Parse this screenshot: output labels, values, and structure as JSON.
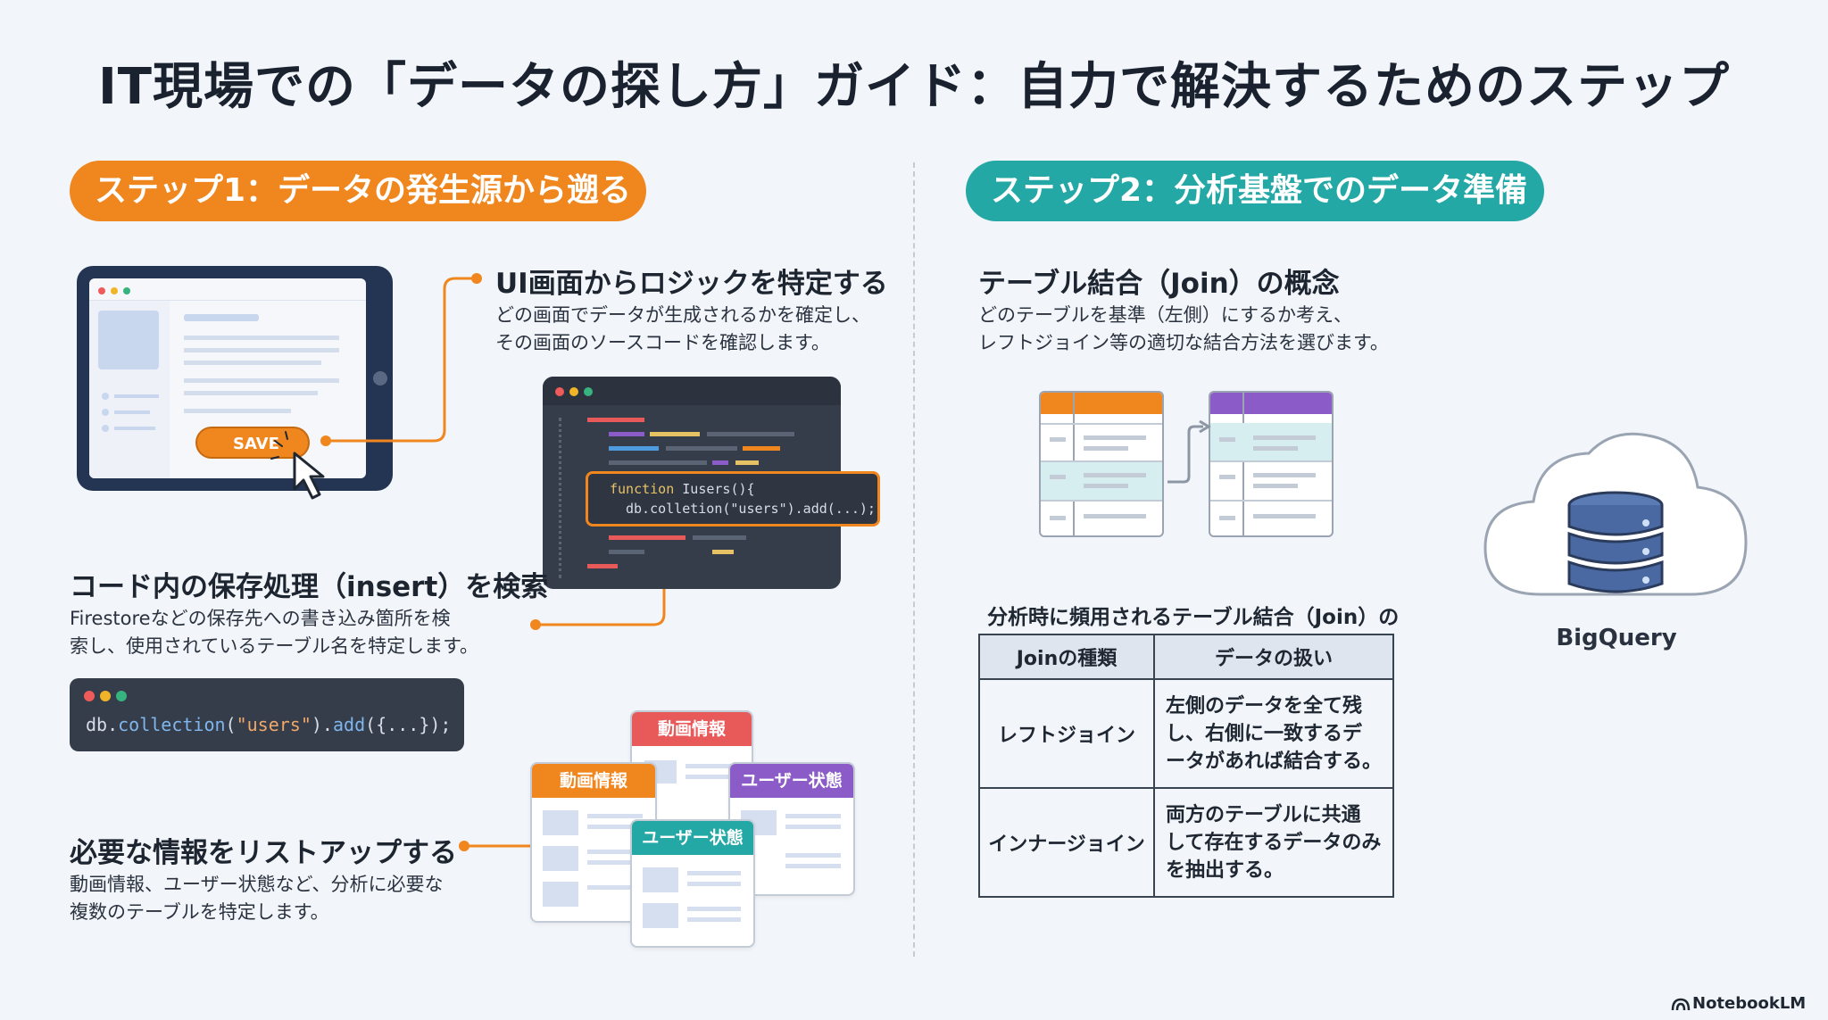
{
  "title": "IT現場での「データの探し方」ガイド：自力で解決するためのステップ",
  "step1": {
    "label": "ステップ1：データの発生源から遡る",
    "ui": {
      "heading": "UI画面からロジックを特定する",
      "desc_line1": "どの画面でデータが生成されるかを確定し、",
      "desc_line2": "その画面のソースコードを確認します。",
      "save_label": "SAVE"
    },
    "code_highlight": {
      "line1_kw": "function",
      "line1_rest": " Iusers(){",
      "line2": "db.colletion(\"users\").add(...);"
    },
    "insert": {
      "heading": "コード内の保存処理（insert）を検索",
      "desc_line1": "Firestoreなどの保存先への書き込み箇所を検",
      "desc_line2": "索し、使用されているテーブル名を特定します。"
    },
    "snippet": {
      "prefix": "db.",
      "method1": "collection",
      "open": "(",
      "arg": "\"users\"",
      "close": ").",
      "method2": "add",
      "tail": "({...});"
    },
    "list": {
      "heading": "必要な情報をリストアップする",
      "desc_line1": "動画情報、ユーザー状態など、分析に必要な",
      "desc_line2": "複数のテーブルを特定します。"
    },
    "cards": [
      {
        "label": "動画情報",
        "color": "#e85a5a"
      },
      {
        "label": "動画情報",
        "color": "#f0861e"
      },
      {
        "label": "ユーザー状態",
        "color": "#8b5cc7"
      },
      {
        "label": "ユーザー状態",
        "color": "#23a8a6"
      }
    ]
  },
  "step2": {
    "label": "ステップ2：分析基盤でのデータ準備",
    "join": {
      "heading": "テーブル結合（Join）の概念",
      "desc_line1": "どのテーブルを基準（左側）にするか考え、",
      "desc_line2": "レフトジョイン等の適切な結合方法を選びます。"
    },
    "table_caption": "分析時に頻用されるテーブル結合（Join）の",
    "table_headers": [
      "Joinの種類",
      "データの扱い"
    ],
    "table_rows": [
      {
        "type": "レフトジョイン",
        "line1": "左側のデータを全て残",
        "line2": "し、右側に一致するデ",
        "line3": "ータがあれば結合する。"
      },
      {
        "type": "インナージョイン",
        "line1": "両方のテーブルに共通",
        "line2": "して存在するデータのみ",
        "line3": "を抽出する。"
      }
    ],
    "bigquery_label": "BigQuery"
  },
  "colors": {
    "orange": "#f0861e",
    "teal": "#23a8a6",
    "purple": "#8b5cc7",
    "red": "#e85a5a"
  },
  "branding": "NotebookLM"
}
